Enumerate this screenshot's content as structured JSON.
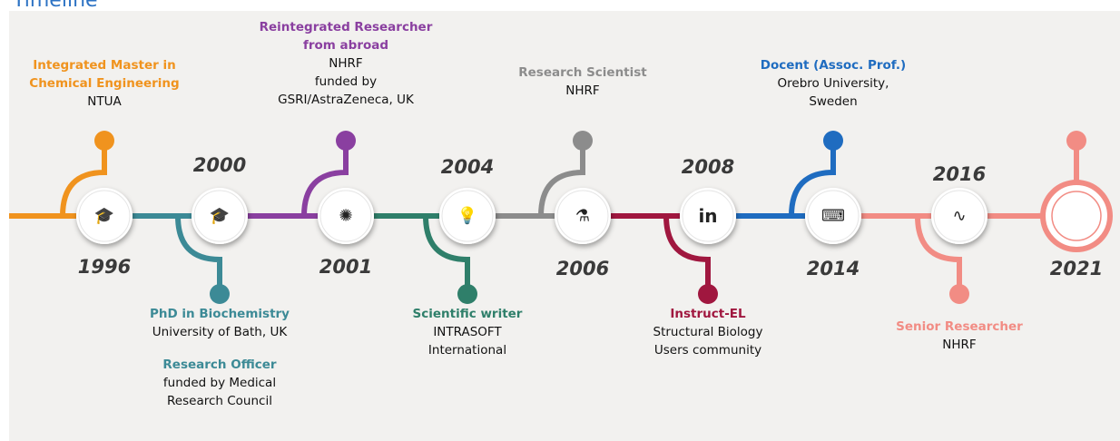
{
  "page": {
    "title": "Timeline"
  },
  "colors": {
    "orange": "#f0931e",
    "teal": "#3c8a96",
    "purple": "#8a3fa0",
    "green": "#2f7f6a",
    "gray": "#8c8c8c",
    "crimson": "#a0173f",
    "blue": "#1f6cc0",
    "salmon": "#f28c84",
    "panel": "#f2f1ef"
  },
  "events": [
    {
      "year": "1996",
      "title": "Integrated Master in\nChemical Engineering",
      "subtitle": "NTUA",
      "icon": "graduation-cap-icon",
      "glyph": "🎓",
      "color": "#f0931e"
    },
    {
      "year": "2000",
      "title": "PhD in Biochemistry",
      "subtitle": "University of Bath, UK",
      "title2": "Research Officer",
      "subtitle2": "funded by Medical\nResearch Council",
      "icon": "graduation-cap-icon",
      "glyph": "🎓",
      "color": "#3c8a96"
    },
    {
      "year": "2001",
      "title": "Reintegrated Researcher\nfrom abroad",
      "subtitle": "NHRF\nfunded by\nGSRI/AstraZeneca, UK",
      "icon": "molecule-icon",
      "glyph": "✺",
      "color": "#8a3fa0"
    },
    {
      "year": "2004",
      "title": "Scientific writer",
      "subtitle": "INTRASOFT\nInternational",
      "icon": "lightbulb-gears-icon",
      "glyph": "💡",
      "color": "#2f7f6a"
    },
    {
      "year": "2006",
      "title": "Research Scientist",
      "subtitle": "NHRF",
      "icon": "scientist-icon",
      "glyph": "⚗",
      "color": "#8c8c8c"
    },
    {
      "year": "2008",
      "title": "Instruct-EL",
      "subtitle": "Structural Biology\nUsers community",
      "icon": "instruct-logo-icon",
      "glyph": "in",
      "color": "#a0173f"
    },
    {
      "year": "2014",
      "title": "Docent (Assoc. Prof.)",
      "subtitle": "Orebro University,\nSweden",
      "icon": "teacher-board-icon",
      "glyph": "⌨",
      "color": "#1f6cc0"
    },
    {
      "year": "2016",
      "title": "Senior Researcher",
      "subtitle": "NHRF",
      "icon": "dna-icon",
      "glyph": "∿",
      "color": "#f28c84"
    },
    {
      "year": "2021",
      "title": "",
      "subtitle": "",
      "icon": "circle-end-icon",
      "glyph": "",
      "color": "#f28c84"
    }
  ]
}
